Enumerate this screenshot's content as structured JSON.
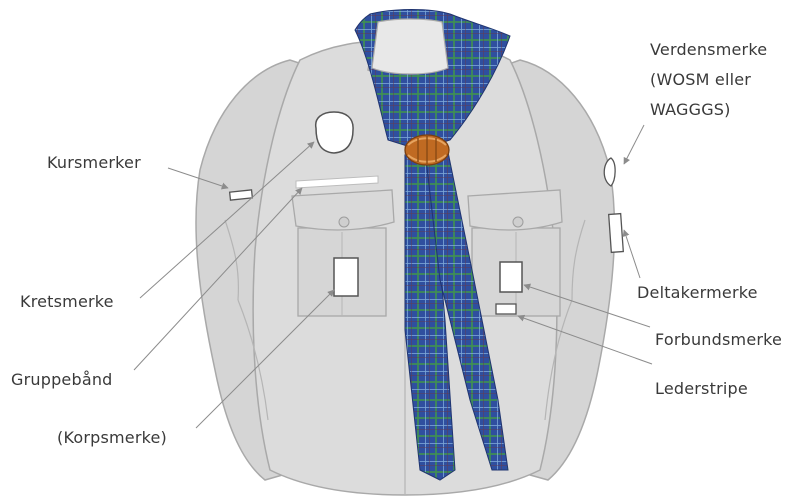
{
  "labels": {
    "verdensmerke": {
      "line1": "Verdensmerke",
      "line2": "(WOSM eller",
      "line3": "WAGGGS)"
    },
    "kursmerker": "Kursmerker",
    "kretsmerke": "Kretsmerke",
    "gruppebaand": "Gruppebånd",
    "korpsmerke": "(Korpsmerke)",
    "deltakermerke": "Deltakermerke",
    "forbundsmerke": "Forbundsmerke",
    "lederstripe": "Lederstripe"
  },
  "colors": {
    "shirt": "#dcdcdc",
    "shirt_outline": "#a9a9a9",
    "scarf_base": "#2f4f9f",
    "scarf_check_green": "#3f8f52",
    "scarf_check_light": "#7ea7d8",
    "knot": "#c06a22",
    "badge_fill": "#ffffff",
    "text": "#3a3a3a",
    "leader_line": "#8c8c8c"
  }
}
